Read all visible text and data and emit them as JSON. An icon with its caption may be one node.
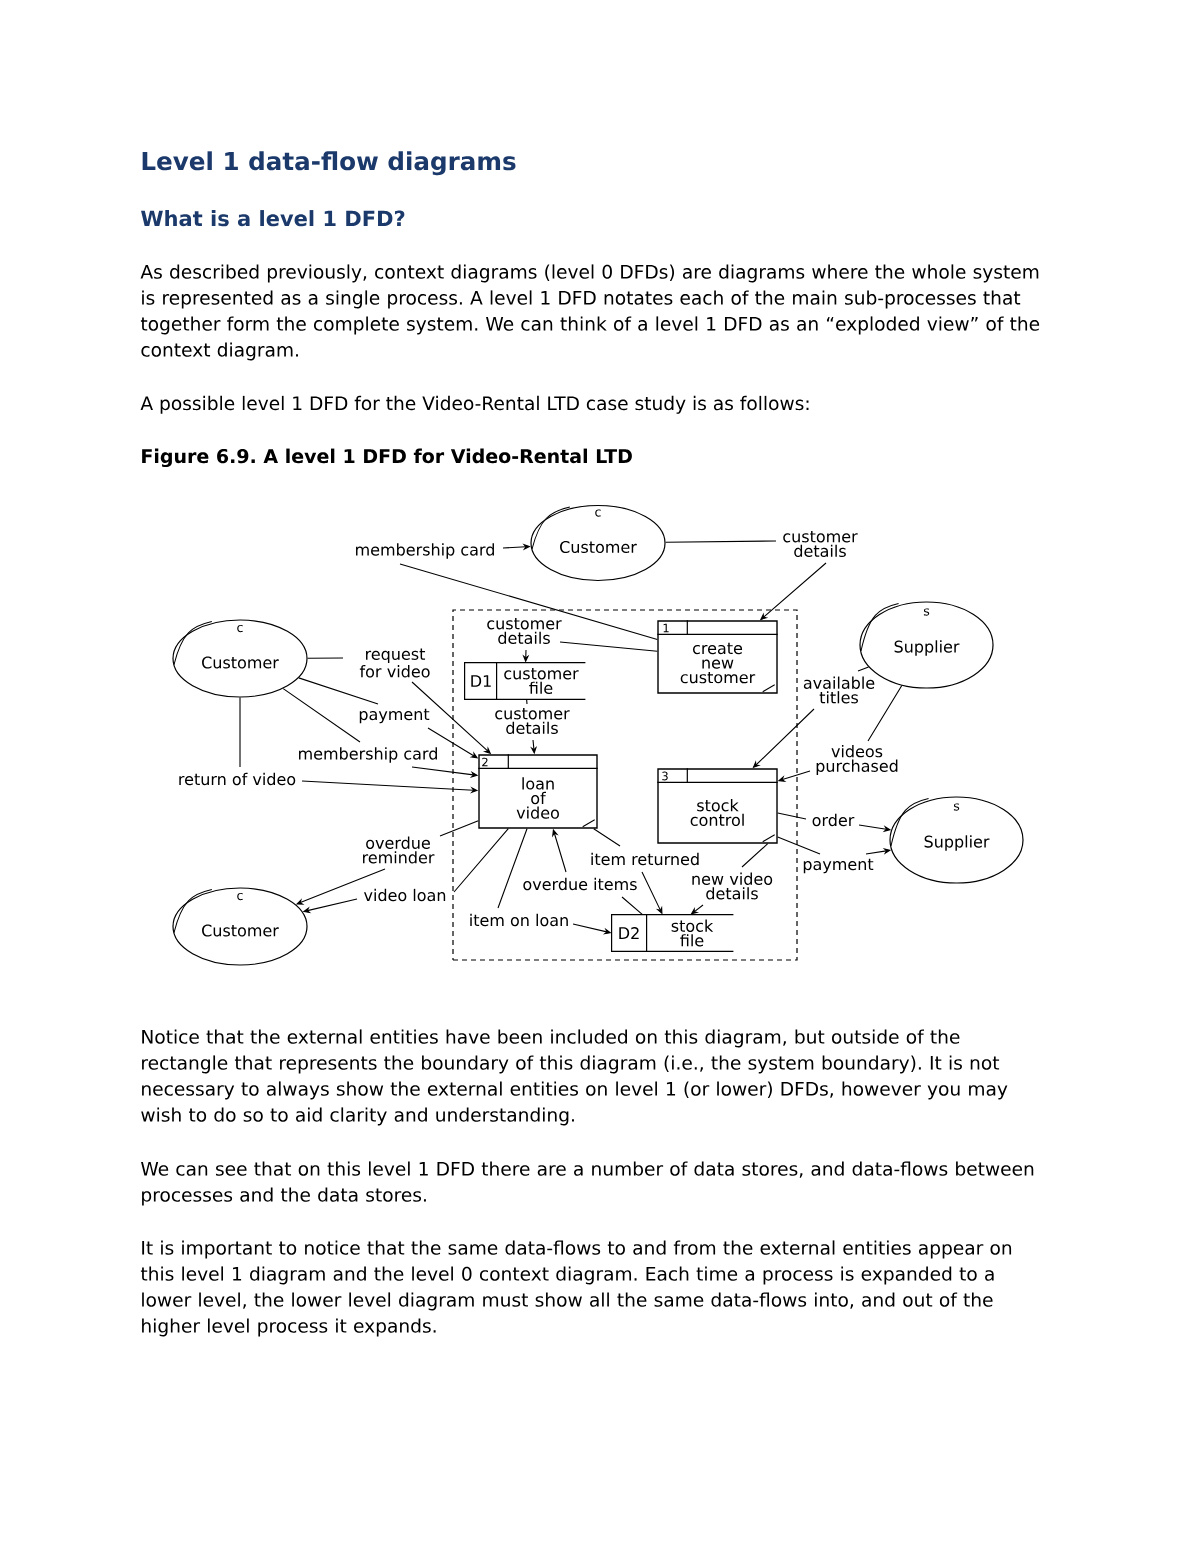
{
  "diagram": {
    "title": "Level 1 data-flow diagrams",
    "caption": "Figure 6.9. A level 1 DFD for Video-Rental LTD",
    "nodes": [
      {
        "text": [
          "c",
          "Customer"
        ]
      },
      {
        "text": [
          "c",
          "Customer"
        ]
      },
      {
        "text": [
          "c",
          "Customer"
        ]
      },
      {
        "text": [
          "s",
          "Supplier"
        ]
      },
      {
        "text": [
          "s",
          "Supplier"
        ]
      },
      {
        "text": [],
        "shape": "box"
      },
      {
        "text": [
          "1",
          "create new customer"
        ],
        "in": 5
      },
      {
        "text": [
          "D1",
          "customer file"
        ],
        "in": 5
      },
      {
        "text": [
          "2",
          "loan of video"
        ],
        "in": 5
      },
      {
        "text": [
          "3",
          "stock control"
        ],
        "in": 5
      },
      {
        "text": [
          "D2",
          "stock file"
        ],
        "in": 5
      }
    ],
    "edges": [
      {
        "from": 6,
        "to": 0,
        "arrow": "to",
        "label": "membership card"
      },
      {
        "from": 0,
        "to": 6,
        "arrow": "to",
        "label": "customer details"
      },
      {
        "from": 6,
        "to": 7,
        "arrow": "to",
        "label": "customer details"
      },
      {
        "from": 7,
        "to": 8,
        "arrow": "to",
        "label": "customer details"
      },
      {
        "from": 1,
        "to": 8,
        "arrow": "to",
        "label": "request for video"
      },
      {
        "from": 1,
        "to": 8,
        "arrow": "to",
        "label": "payment"
      },
      {
        "from": 1,
        "to": 8,
        "arrow": "to",
        "label": "membership card"
      },
      {
        "from": 1,
        "to": 8,
        "arrow": "to",
        "label": "return of video"
      },
      {
        "from": 8,
        "to": 2,
        "arrow": "to",
        "label": "overdue reminder"
      },
      {
        "from": 8,
        "to": 2,
        "arrow": "to",
        "label": "video loan"
      },
      {
        "from": 8,
        "to": 10,
        "arrow": "to",
        "label": "item on loan"
      },
      {
        "from": 10,
        "to": 8,
        "arrow": "to",
        "label": "overdue items"
      },
      {
        "from": 8,
        "to": 10,
        "arrow": "to",
        "label": "item returned"
      },
      {
        "from": 9,
        "to": 10,
        "arrow": "to",
        "label": "new video details"
      },
      {
        "from": 3,
        "to": 9,
        "arrow": "to",
        "label": "available titles"
      },
      {
        "from": 3,
        "to": 9,
        "arrow": "to",
        "label": "videos purchased"
      },
      {
        "from": 9,
        "to": 4,
        "arrow": "to",
        "label": "order"
      },
      {
        "from": 9,
        "to": 4,
        "arrow": "to",
        "label": "payment"
      }
    ],
    "labels": [
      "What is a level 1 DFD?",
      "As described previously, context diagrams (level 0 DFDs) are diagrams where the whole system is represented as a single process. A level 1 DFD notates each of the main sub-processes that together form the complete system. We can think of a level 1 DFD as an “exploded view” of the context diagram.",
      "A possible level 1 DFD for the Video-Rental LTD case study is as follows:",
      "Notice that the external entities have been included on this diagram, but outside of the rectangle that represents the boundary of this diagram (i.e., the system boundary). It is not necessary to always show the external entities on level 1 (or lower) DFDs, however you may wish to do so to aid clarity and understanding.",
      "We can see that on this level 1 DFD there are a number of data stores, and data-flows between processes and the data stores.",
      "It is important to notice that the same data-flows to and from the external entities appear on this level 1 diagram and the level 0 context diagram. Each time a process is expanded to a lower level, the lower level diagram must show all the same data-flows into, and out of the higher level process it expands."
    ]
  }
}
